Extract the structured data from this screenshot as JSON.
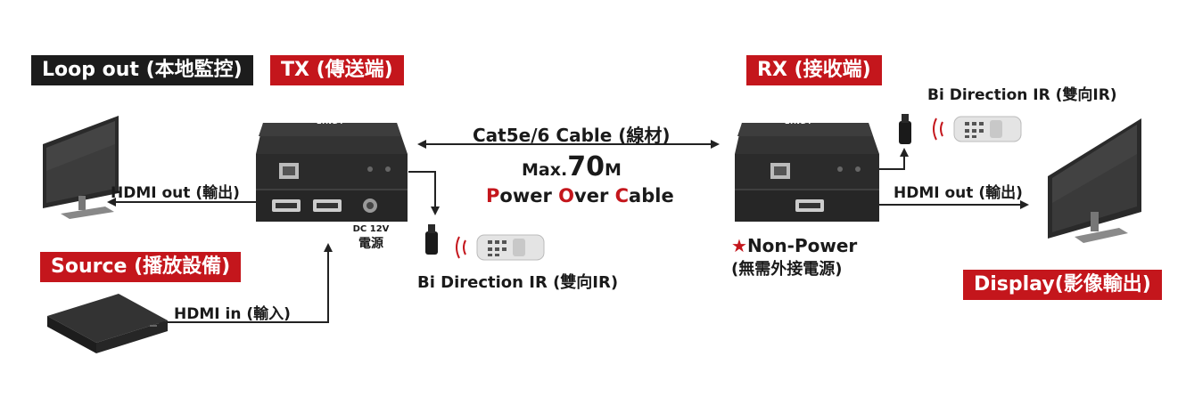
{
  "tags": {
    "loop_out": "Loop out (本地監控)",
    "tx": "TX (傳送端)",
    "rx": "RX (接收端)",
    "source": "Source (播放設備)",
    "display": "Display(影像輸出)"
  },
  "labels": {
    "hdmi_out_left": "HDMI out (輸出)",
    "hdmi_in": "HDMI in (輸入)",
    "dc_line1": "DC 12V",
    "dc_line2": "電源",
    "cable": "Cat5e/6 Cable (線材)",
    "max_prefix": "Max.",
    "max_num": "70",
    "max_unit": "M",
    "poc_P": "P",
    "poc_ower": "ower ",
    "poc_O": "O",
    "poc_ver": "ver ",
    "poc_C": "C",
    "poc_able": "able",
    "bi_ir_left": "Bi Direction IR (雙向IR)",
    "bi_ir_right": "Bi Direction IR (雙向IR)",
    "hdmi_out_right": "HDMI out (輸出)",
    "non_power_star": "★",
    "non_power": "Non-Power",
    "non_power_sub": "(無需外接電源)",
    "brand_tx": "LINDY",
    "brand_rx": "LINDY"
  },
  "colors": {
    "tag_dark": "#1c1c1c",
    "tag_red": "#c4161c",
    "device_body": "#2b2b2b",
    "arrow": "#222222"
  }
}
